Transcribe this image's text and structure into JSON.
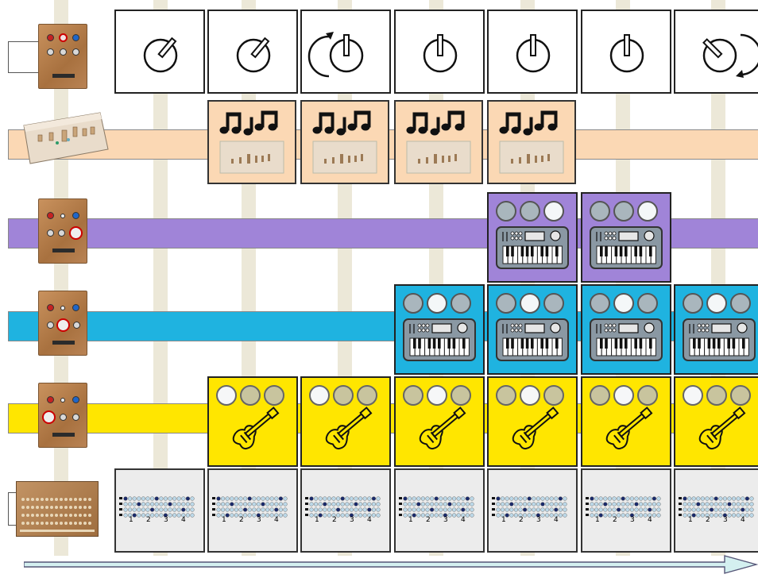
{
  "colors": {
    "peach_track": "#fbd8b4",
    "purple_track": "#a084d8",
    "blue_track": "#1fb3e0",
    "yellow_track": "#ffe600",
    "grey_cell": "#ececec",
    "timeline_arrow": "#d4f0f0"
  },
  "rows": [
    {
      "name": "knob-row",
      "icon": "rotary-knob-icon",
      "steps": 7
    },
    {
      "name": "music-row",
      "icon": "music-notes-icon",
      "steps": 4
    },
    {
      "name": "synth-purple-row",
      "icon": "synthesizer-icon",
      "steps": 2
    },
    {
      "name": "synth-blue-row",
      "icon": "synthesizer-icon",
      "steps": 4
    },
    {
      "name": "guitar-row",
      "icon": "electric-guitar-icon",
      "steps": 6
    },
    {
      "name": "sequencer-row",
      "icon": "step-sequencer-icon",
      "steps": 7
    }
  ],
  "sequencer_numbers": [
    "1",
    "2",
    "3",
    "4"
  ]
}
